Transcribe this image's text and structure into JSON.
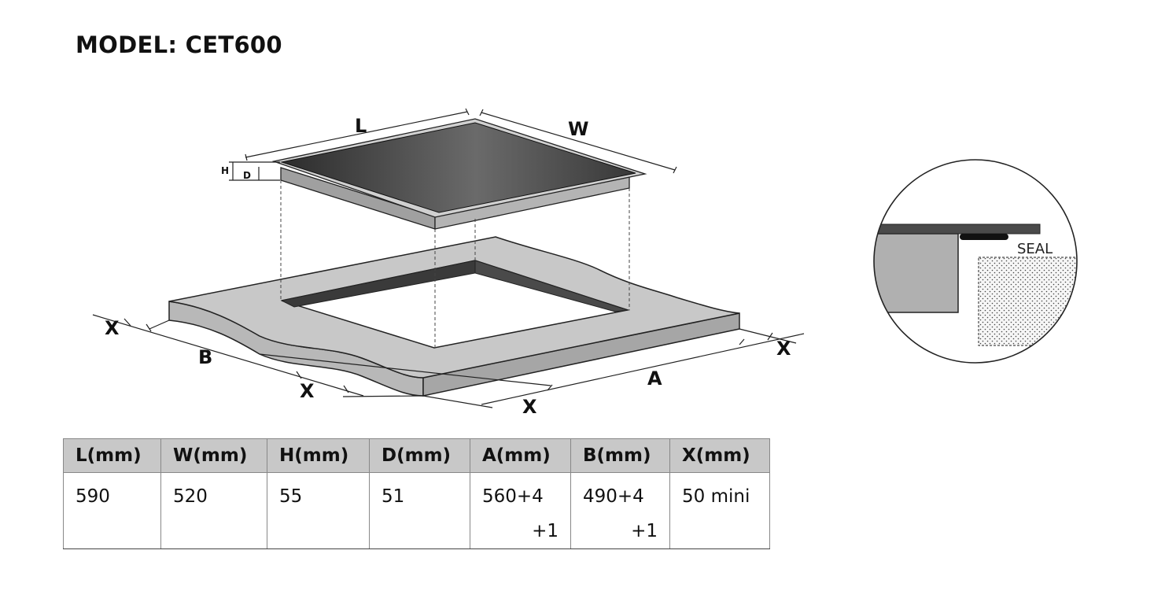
{
  "title": "MODEL: CET600",
  "diagram": {
    "labels": {
      "L": "L",
      "W": "W",
      "H": "H",
      "D": "D",
      "A": "A",
      "B": "B",
      "X": "X"
    },
    "detail": {
      "seal": "SEAL"
    }
  },
  "table": {
    "headers": [
      "L(mm)",
      "W(mm)",
      "H(mm)",
      "D(mm)",
      "A(mm)",
      "B(mm)",
      "X(mm)"
    ],
    "rows": [
      [
        {
          "line1": "590",
          "line2": ""
        },
        {
          "line1": "520",
          "line2": ""
        },
        {
          "line1": "55",
          "line2": ""
        },
        {
          "line1": "51",
          "line2": ""
        },
        {
          "line1": "560+4",
          "line2": "+1"
        },
        {
          "line1": "490+4",
          "line2": "+1"
        },
        {
          "line1": "50 mini",
          "line2": ""
        }
      ]
    ]
  }
}
